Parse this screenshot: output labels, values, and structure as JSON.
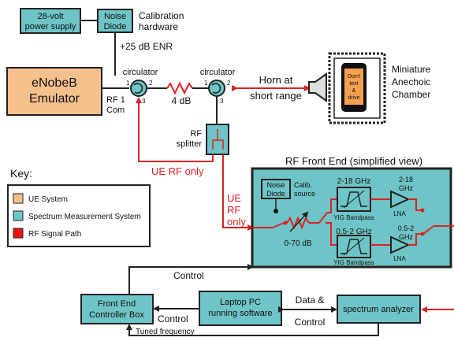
{
  "colors": {
    "ue": "#f4c08c",
    "measurement": "#6ec4c6",
    "rf_path": "#dd2222",
    "dark": "#222222"
  },
  "boxes": {
    "power_supply": [
      "28-volt",
      "power supply"
    ],
    "noise_diode": [
      "Noise",
      "Diode"
    ],
    "enodeb": [
      "eNobeB",
      "Emulator"
    ],
    "laptop": [
      "Laptop PC",
      "running software"
    ],
    "spectrum": "spectrum analyzer",
    "controller": [
      "Front End",
      "Controller Box"
    ],
    "phone": [
      "Don't",
      "text",
      "&",
      "drive"
    ]
  },
  "labels": {
    "calibration": [
      "Calibration",
      "hardware"
    ],
    "enr": "+25 dB ENR",
    "circulator_left": "circulator",
    "circulator_right": "circulator",
    "port1": "1",
    "port2": "2",
    "port3": "3",
    "attenuation": "4 dB",
    "rf1": [
      "RF 1",
      "Com"
    ],
    "horn": [
      "Horn at",
      "short range"
    ],
    "chamber": [
      "Miniature",
      "Anechoic",
      "Chamber"
    ],
    "splitter": [
      "RF",
      "splitter"
    ],
    "ue_rf_only_h": "UE RF only",
    "ue_rf_only_v": [
      "UE",
      "RF",
      "only"
    ],
    "control_top": "Control",
    "control_bottom": "Control",
    "data_control": [
      "Data &",
      "Control"
    ],
    "tuned": "Tuned frequency"
  },
  "front_end": {
    "title": "RF Front End (simplified view)",
    "noise_diode": [
      "Noise",
      "Diode"
    ],
    "calib": [
      "Calib.",
      "source"
    ],
    "atten": "0-70 dB",
    "band_high": "2-18 GHz",
    "band_low": "0.5-2 GHz",
    "yig_high": "YIG Bandpass",
    "yig_low": "YIG Bandpass",
    "lna_high_freq": [
      "2-18",
      "GHz"
    ],
    "lna_low_freq": [
      "0.5-2",
      "GHz"
    ],
    "lna_high": "LNA",
    "lna_low": "LNA"
  },
  "key": {
    "title": "Key:",
    "items": [
      "UE System",
      "Spectrum Measurement System",
      "RF Signal Path"
    ]
  }
}
